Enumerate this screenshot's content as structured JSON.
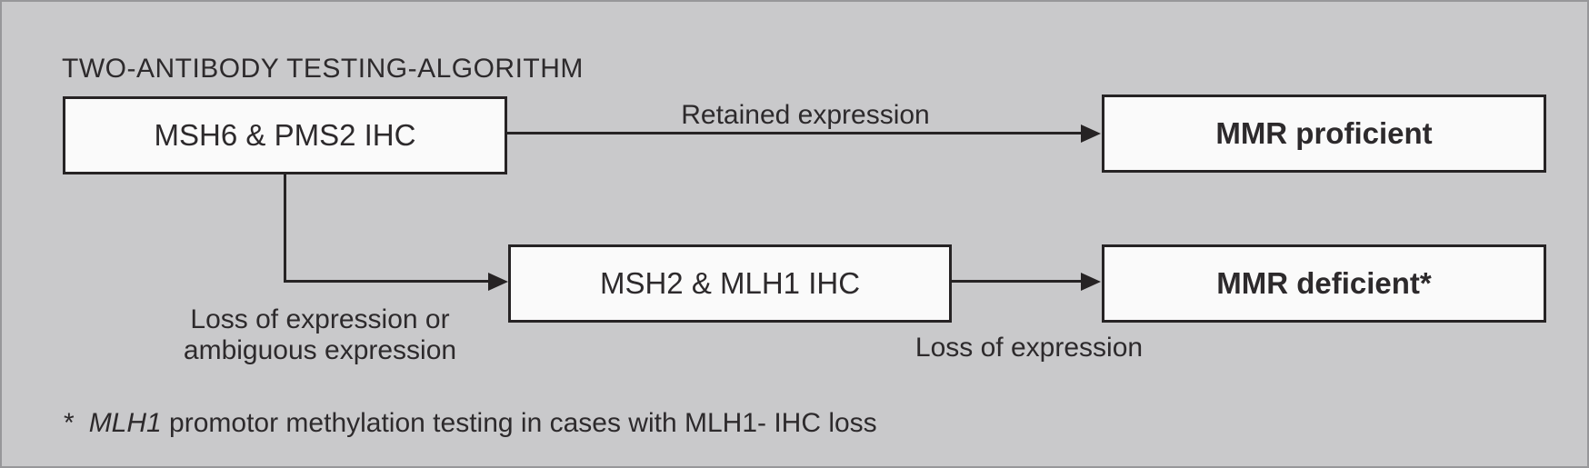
{
  "figure": {
    "title": "TWO-ANTIBODY TESTING-ALGORITHM",
    "nodes": {
      "msh6_pms2": "MSH6 & PMS2 IHC",
      "mmr_proficient": "MMR proficient",
      "msh2_mlh1": "MSH2 & MLH1 IHC",
      "mmr_deficient": "MMR deficient*"
    },
    "edge_labels": {
      "retained": "Retained expression",
      "loss_ambiguous_line1": "Loss of expression or",
      "loss_ambiguous_line2": "ambiguous expression",
      "loss": "Loss of expression"
    },
    "footnote": {
      "marker": "*",
      "gene": "MLH1",
      "text": " promotor methylation testing in cases with MLH1- IHC loss"
    },
    "colors": {
      "background": "#c9c9cb",
      "canvas_border": "#97979a",
      "box_fill": "#fafafa",
      "box_border": "#262324",
      "arrow": "#262324",
      "text": "#2d2a2c"
    }
  }
}
